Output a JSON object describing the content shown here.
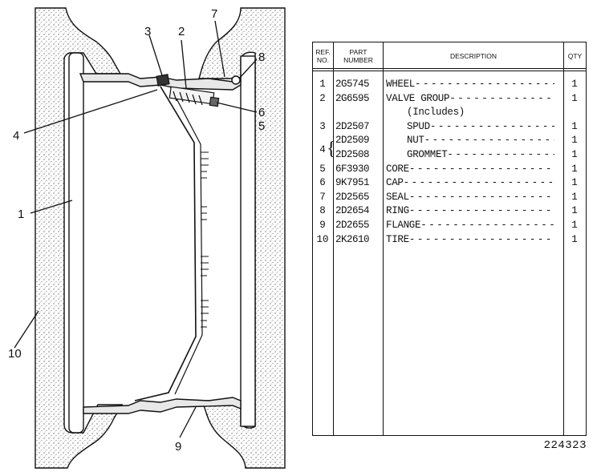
{
  "callouts": [
    "1",
    "2",
    "3",
    "4",
    "5",
    "6",
    "7",
    "8",
    "9",
    "10"
  ],
  "table": {
    "headers": {
      "ref": "REF.\nNO.",
      "part": "PART\nNUMBER",
      "desc": "DESCRIPTION",
      "qty": "QTY"
    },
    "rows": [
      {
        "ref": "1",
        "part": "2G5745",
        "desc": "WHEEL",
        "qty": "1"
      },
      {
        "ref": "2",
        "part": "2G6595",
        "desc": "VALVE GROUP",
        "qty": "1"
      },
      {
        "ref": "",
        "part": "",
        "desc": "(Includes)",
        "qty": ""
      },
      {
        "ref": "3",
        "part": "2D2507",
        "desc": "SPUD",
        "qty": "1"
      },
      {
        "ref": "",
        "part": "2D2509",
        "desc": "NUT",
        "qty": "1"
      },
      {
        "ref": "",
        "part": "2D2508",
        "desc": "GROMMET",
        "qty": "1"
      },
      {
        "ref": "5",
        "part": "6F3930",
        "desc": "CORE",
        "qty": "1"
      },
      {
        "ref": "6",
        "part": "9K7951",
        "desc": "CAP",
        "qty": "1"
      },
      {
        "ref": "7",
        "part": "2D2565",
        "desc": "SEAL",
        "qty": "1"
      },
      {
        "ref": "8",
        "part": "2D2654",
        "desc": "RING",
        "qty": "1"
      },
      {
        "ref": "9",
        "part": "2D2655",
        "desc": "FLANGE",
        "qty": "1"
      },
      {
        "ref": "10",
        "part": "2K2610",
        "desc": "TIRE",
        "qty": "1"
      }
    ],
    "bracket_ref": "4"
  },
  "figure_number": "224323"
}
